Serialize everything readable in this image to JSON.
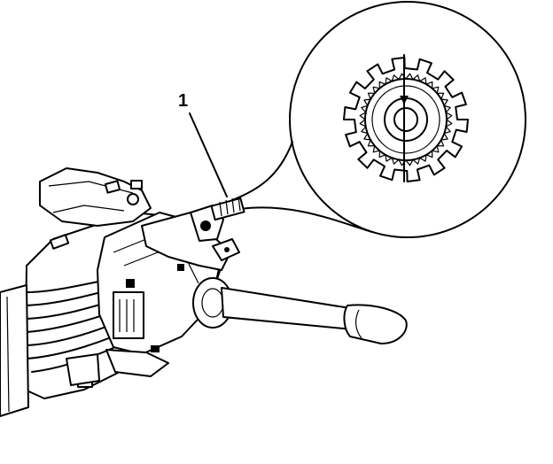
{
  "callouts": [
    {
      "number": "1"
    }
  ],
  "colors": {
    "ink": "#000000",
    "background": "#ffffff"
  },
  "parts": {
    "steering_column": "steering-column-assembly",
    "turn_signal_lever": "turn-signal-lever",
    "sensor": "steering-angle-sensor-connector",
    "detail_view": "magnified-toothed-wheel-detail"
  }
}
